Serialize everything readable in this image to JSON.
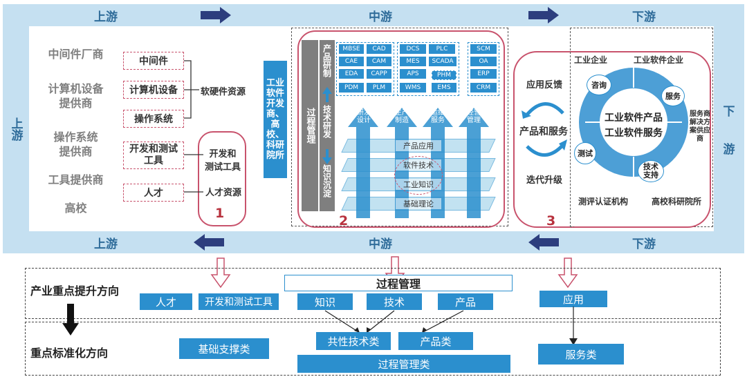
{
  "bands": {
    "upstream": "上游",
    "midstream": "中游",
    "downstream": "下游"
  },
  "side": {
    "left": "上游",
    "right_top": "下",
    "right_bottom": "游"
  },
  "upstream": {
    "providers": [
      "中间件厂商",
      "计算机设备\n提供商",
      "操作系统\n提供商",
      "工具提供商",
      "高校"
    ],
    "resources": [
      "中间件",
      "计算机设备",
      "操作系统",
      "开发和测试\n工具",
      "人才"
    ],
    "soft_hard": "软硬件资源",
    "devtools": "开发和\n测试工具",
    "talent": "人才资源",
    "num": "1"
  },
  "midstream": {
    "vendor": "工业软件开发商、高校、科研院所",
    "process": "过程管理",
    "prod_dev": "产品研制",
    "tech_dev": "技术研发",
    "knowledge": "知识沉淀",
    "chips_a": [
      "MBSE",
      "CAD",
      "CAE",
      "CAM",
      "EDA",
      "CAPP",
      "PDM",
      "PLM"
    ],
    "chips_b": [
      "DCS",
      "PLC",
      "MES",
      "SCADA",
      "APS",
      "PHM",
      "WMS",
      "EMS"
    ],
    "chips_c": [
      "SCM",
      "OA",
      "ERP",
      "CRM"
    ],
    "arrows": [
      "研发\n设计",
      "生产\n制造",
      "运维\n服务",
      "经营\n管理"
    ],
    "layers": [
      "产品应用",
      "软件技术",
      "工业知识",
      "基础理论"
    ],
    "num": "2"
  },
  "downstream": {
    "feedback": "应用反馈",
    "products_services": "产品和服务",
    "iterate": "迭代升级",
    "ind_ent": "工业企业",
    "sw_ent": "工业软件企业",
    "center1": "工业软件产品",
    "center2": "工业软件服务",
    "consult": "咨询",
    "service": "服务",
    "test": "测试",
    "support": "技术\n支持",
    "provider": "服务商\n解决方\n案供应\n商",
    "cert": "测评认证机构",
    "univ": "高校科研院所",
    "num": "3"
  },
  "bottom": {
    "row1_label": "产业重点提升方向",
    "row2_label": "重点标准化方向",
    "talent": "人才",
    "devtools": "开发和测试工具",
    "process": "过程管理",
    "knowledge": "知识",
    "tech": "技术",
    "product": "产品",
    "application": "应用",
    "basic": "基础支撑类",
    "common": "共性技术类",
    "product_cls": "产品类",
    "process_cls": "过程管理类",
    "service_cls": "服务类"
  },
  "colors": {
    "band": "#c5e0f1",
    "accent": "#2b8fce",
    "arrow": "#2d3e7e",
    "pink": "#c8526c",
    "number": "#b8323e"
  }
}
